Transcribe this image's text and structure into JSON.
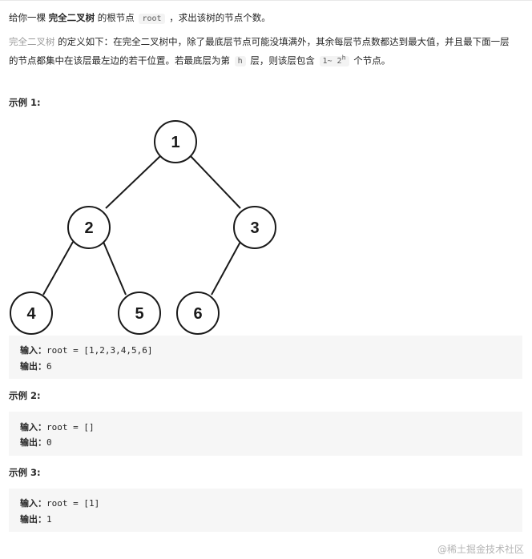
{
  "intro": {
    "p1_prefix": "给你一棵 ",
    "p1_bold": "完全二叉树",
    "p1_mid": " 的根节点 ",
    "p1_code": "root",
    "p1_suffix": " ，求出该树的节点个数。",
    "p2_link": "完全二叉树",
    "p2_text": " 的定义如下：在完全二叉树中，除了最底层节点可能没填满外，其余每层节点数都达到最大值，并且最下面一层",
    "p3_text1": "的节点都集中在该层最左边的若干位置。若最底层为第 ",
    "p3_code_h": "h",
    "p3_text2": " 层，则该层包含 ",
    "p3_code_range": "1~ 2",
    "p3_sup": "h",
    "p3_text3": " 个节点。"
  },
  "examples": [
    {
      "heading": "示例 1:",
      "input_label": "输入：",
      "input": "root = [1,2,3,4,5,6]",
      "output_label": "输出：",
      "output": "6"
    },
    {
      "heading": "示例 2:",
      "input_label": "输入：",
      "input": "root = []",
      "output_label": "输出：",
      "output": "0"
    },
    {
      "heading": "示例 3:",
      "input_label": "输入：",
      "input": "root = [1]",
      "output_label": "输出：",
      "output": "1"
    }
  ],
  "tree": {
    "nodes": [
      "1",
      "2",
      "3",
      "4",
      "5",
      "6"
    ]
  },
  "watermark": "@稀土掘金技术社区"
}
